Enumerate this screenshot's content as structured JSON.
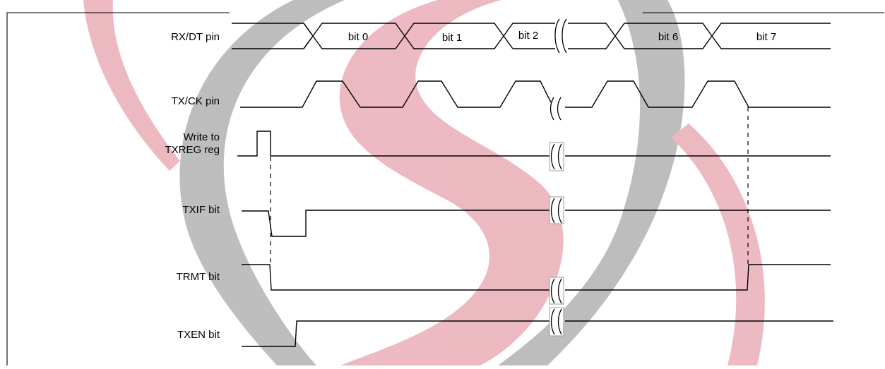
{
  "signals": [
    {
      "id": "rxdt",
      "label": "RX/DT pin"
    },
    {
      "id": "txck",
      "label": "TX/CK pin"
    },
    {
      "id": "write",
      "label_lines": [
        "Write to",
        "TXREG reg"
      ]
    },
    {
      "id": "txif",
      "label": "TXIF bit"
    },
    {
      "id": "trmt",
      "label": "TRMT bit"
    },
    {
      "id": "txen",
      "label": "TXEN bit"
    }
  ],
  "bits": [
    "bit 0",
    "bit 1",
    "bit 2",
    "bit 6",
    "bit 7"
  ],
  "watermark": {
    "pink": "#e7a2ad",
    "gray": "#a8a8a8"
  }
}
